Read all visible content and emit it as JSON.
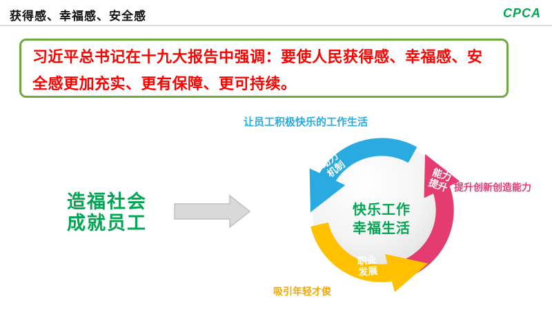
{
  "header": {
    "title": "获得感、幸福感、安全感",
    "logo": "CPCA"
  },
  "quote": {
    "text": "习近平总书记在十九大报告中强调：要使人民获得感、幸福感、安全感更加充实、更有保障、更可持续。"
  },
  "diagram": {
    "left_text": {
      "line1": "造福社会",
      "line2": "成就员工"
    },
    "center": {
      "line1": "快乐工作",
      "line2": "幸福生活"
    },
    "top_label": "让员工积极快乐的工作生活",
    "right_label": "提升创新创造能力",
    "bottom_label": "吸引年轻才俊",
    "arrows": [
      {
        "name": "motivation-mechanism",
        "line1": "动力",
        "line2": "机制",
        "color": "#29abe2"
      },
      {
        "name": "capability-improvement",
        "line1": "能力",
        "line2": "提升",
        "color": "#e43b71"
      },
      {
        "name": "career-development",
        "line1": "职业",
        "line2": "发展",
        "color": "#ffc000"
      }
    ],
    "colors": {
      "green_text": "#00a651",
      "blue_label": "#29abe2",
      "pink_label": "#e43b71",
      "orange_label": "#f7a600",
      "red_text": "#ff0000",
      "box_border": "#6fa83f",
      "logo_green": "#00a651",
      "arrow_gray": "#d9d9d9",
      "arrow_gray_edge": "#bfbfbf"
    }
  }
}
